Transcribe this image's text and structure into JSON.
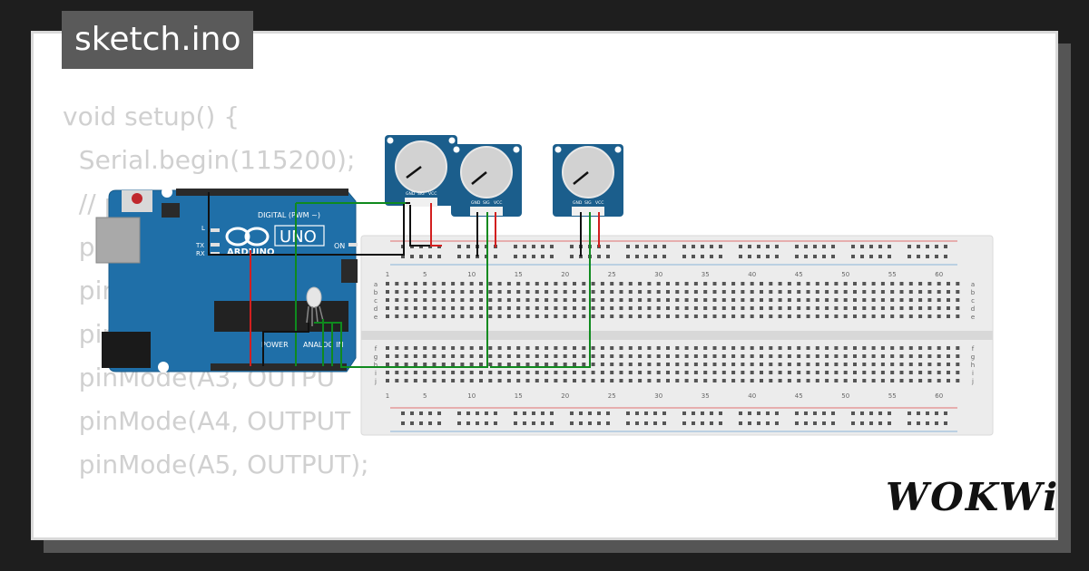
{
  "file_title": "sketch.ino",
  "brand": "WOKWi",
  "code_lines": [
    "void setup() {",
    "  Serial.begin(115200);",
    "  // p",
    "  pi",
    "  pin",
    "  pin",
    "  pinMode(A3, OUTPU",
    "  pinMode(A4, OUTPUT",
    "  pinMode(A5, OUTPUT);",
    "",
    "}"
  ],
  "arduino": {
    "digital_label": "DIGITAL (PWM ~)",
    "brand_label": "ARDUINO",
    "model_label": "UNO",
    "power_label": "POWER",
    "analog_label": "ANALOG IN",
    "on_label": "ON",
    "tx_label": "TX",
    "rx_label": "RX",
    "l_label": "L"
  },
  "potentiometer_pins": [
    "GND",
    "SIG",
    "VCC"
  ],
  "breadboard": {
    "column_numbers": [
      "1",
      "5",
      "10",
      "15",
      "20",
      "25",
      "30",
      "35",
      "40",
      "45",
      "50",
      "55",
      "60"
    ],
    "rows_top": [
      "a",
      "b",
      "c",
      "d",
      "e"
    ],
    "rows_bottom": [
      "f",
      "g",
      "h",
      "i",
      "j"
    ]
  },
  "colors": {
    "board_blue": "#1f6fa8",
    "pot_blue": "#1b5e8c",
    "wire_green": "#0f8a1e",
    "wire_red": "#d21f1f",
    "wire_black": "#111111"
  }
}
